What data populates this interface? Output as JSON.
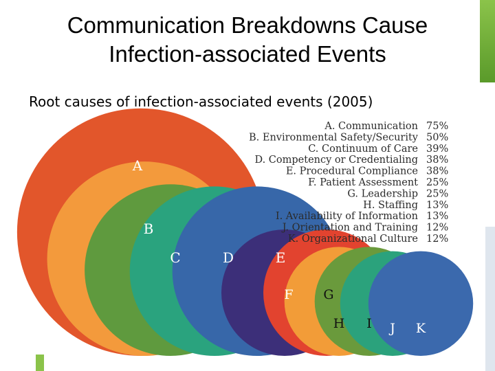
{
  "slide": {
    "title_line1": "Communication Breakdowns Cause",
    "title_line2": "Infection-associated Events",
    "subtitle": "Root causes of infection-associated events (2005)"
  },
  "chart_data": {
    "type": "bubble",
    "unit": "%",
    "items": [
      {
        "letter": "A",
        "name": "Communication",
        "value": 75,
        "color": "#e2562b"
      },
      {
        "letter": "B",
        "name": "Environmental Safety/Security",
        "value": 50,
        "color": "#f39a3c"
      },
      {
        "letter": "C",
        "name": "Continuum of Care",
        "value": 39,
        "color": "#5f9a3e"
      },
      {
        "letter": "D",
        "name": "Competency or Credentialing",
        "value": 38,
        "color": "#2aa37e"
      },
      {
        "letter": "E",
        "name": "Procedural Compliance",
        "value": 38,
        "color": "#3767a9"
      },
      {
        "letter": "F",
        "name": "Patient Assessment",
        "value": 25,
        "color": "#3c2f79"
      },
      {
        "letter": "G",
        "name": "Leadership",
        "value": 25,
        "color": "#e2432f"
      },
      {
        "letter": "H",
        "name": "Staffing",
        "value": 13,
        "color": "#f29c38"
      },
      {
        "letter": "I",
        "name": "Availability of Information",
        "value": 13,
        "color": "#6a9a3c"
      },
      {
        "letter": "J",
        "name": "Orientation and Training",
        "value": 12,
        "color": "#2ba27c"
      },
      {
        "letter": "K",
        "name": "Organizational Culture",
        "value": 12,
        "color": "#3b69ad"
      }
    ]
  }
}
